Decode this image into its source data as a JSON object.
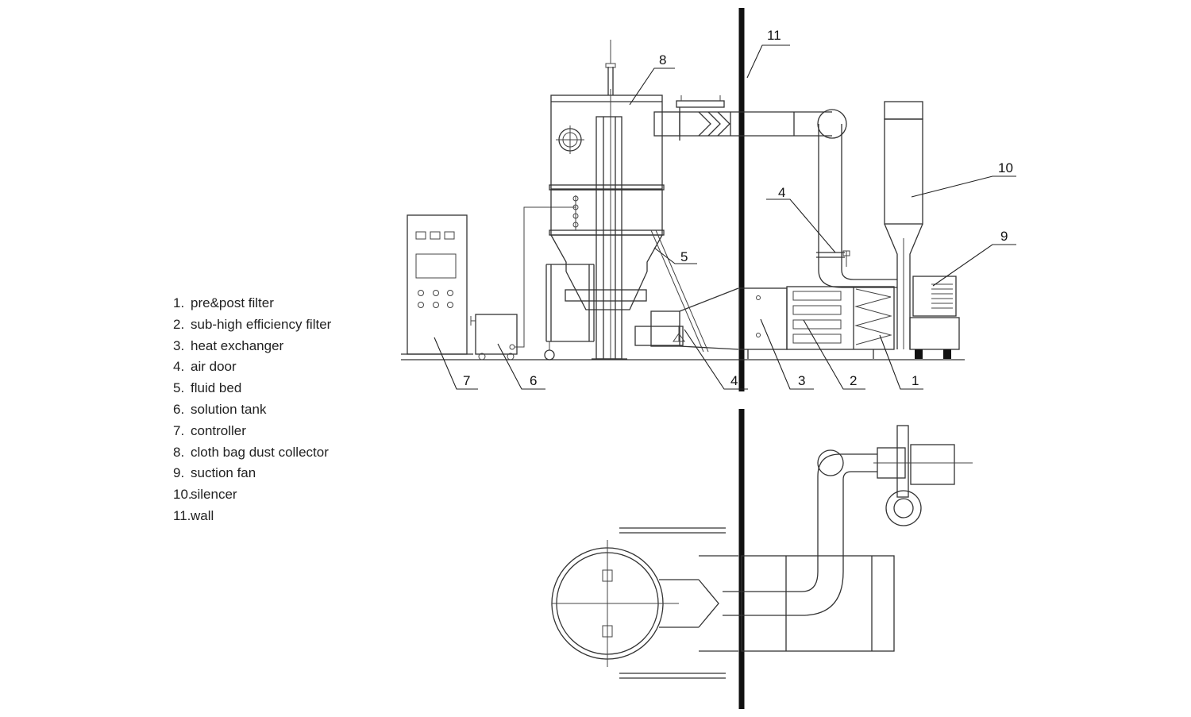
{
  "legend": [
    {
      "num": "1.",
      "text": "pre&post filter"
    },
    {
      "num": "2.",
      "text": "sub-high efficiency filter"
    },
    {
      "num": "3.",
      "text": "heat exchanger"
    },
    {
      "num": "4.",
      "text": "air door"
    },
    {
      "num": "5.",
      "text": "fluid bed"
    },
    {
      "num": "6.",
      "text": "solution tank"
    },
    {
      "num": "7.",
      "text": "controller"
    },
    {
      "num": "8.",
      "text": "cloth bag dust collector"
    },
    {
      "num": "9.",
      "text": "suction fan"
    },
    {
      "num": "10.",
      "text": "silencer"
    },
    {
      "num": "11.",
      "text": "wall"
    }
  ],
  "callouts": {
    "c1": "1",
    "c2": "2",
    "c3": "3",
    "c4a": "4",
    "c4b": "4",
    "c5": "5",
    "c6": "6",
    "c7": "7",
    "c8": "8",
    "c9": "9",
    "c10": "10",
    "c11": "11"
  }
}
